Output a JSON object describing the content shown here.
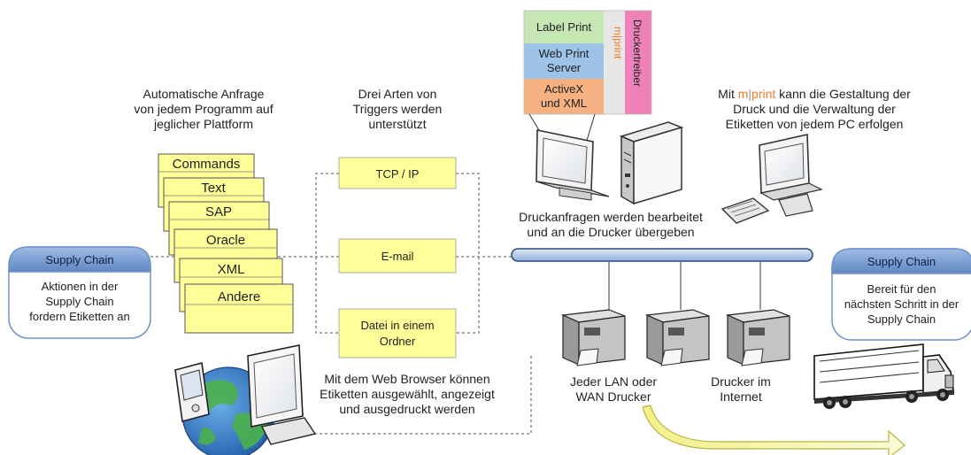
{
  "sources": {
    "heading": [
      "Automatische Anfrage",
      "von jedem Programm auf",
      "jeglicher Plattform"
    ],
    "items": [
      "Commands",
      "Text",
      "SAP",
      "Oracle",
      "XML",
      "Andere"
    ]
  },
  "triggers": {
    "heading": [
      "Drei Arten von",
      "Triggers werden",
      "unterstützt"
    ],
    "tcp": "TCP / IP",
    "email": "E-mail",
    "folder": [
      "Datei in einem",
      "Ordner"
    ]
  },
  "supply_left": {
    "title": "Supply Chain",
    "body": [
      "Aktionen in der",
      "Supply Chain",
      "fordern Etiketten an"
    ]
  },
  "supply_right": {
    "title": "Supply Chain",
    "body": [
      "Bereit für den",
      "nächsten Schritt in der",
      "Supply Chain"
    ]
  },
  "stack": {
    "label_print": "Label Print",
    "web_print": [
      "Web Print",
      "Server"
    ],
    "activex": [
      "ActiveX",
      "und XML"
    ],
    "mprint_m": "m",
    "mprint_sep": "|",
    "mprint_print": "print",
    "driver": "Druckertreiber"
  },
  "server_caption": [
    "Druckanfragen werden bearbeitet",
    "und an die Drucker übergeben"
  ],
  "pc_caption": {
    "pre": "Mit ",
    "brand_m": "m",
    "brand_sep": "|",
    "brand_print": "print",
    "post": " kann die Gestaltung der",
    "line2": "Druck und die Verwaltung der",
    "line3": "Etiketten von jedem PC erfolgen"
  },
  "browser_caption": [
    "Mit dem Web Browser können",
    "Etiketten ausgewählt, angezeigt",
    "und ausgedruckt werden"
  ],
  "lan_caption": [
    "Jeder LAN oder",
    "WAN Drucker"
  ],
  "internet_caption": [
    "Drucker im",
    "Internet"
  ],
  "colors": {
    "note_yellow": "#ffff99",
    "label_print_green": "#c6e7b4",
    "web_print_blue": "#9dc3e6",
    "activex_orange": "#f6b183",
    "driver_pink": "#ee82b8",
    "mprint_orange": "#f07a2a",
    "bubble_blue": "#6f93c9",
    "bus_blue": "#a9c4e8"
  }
}
